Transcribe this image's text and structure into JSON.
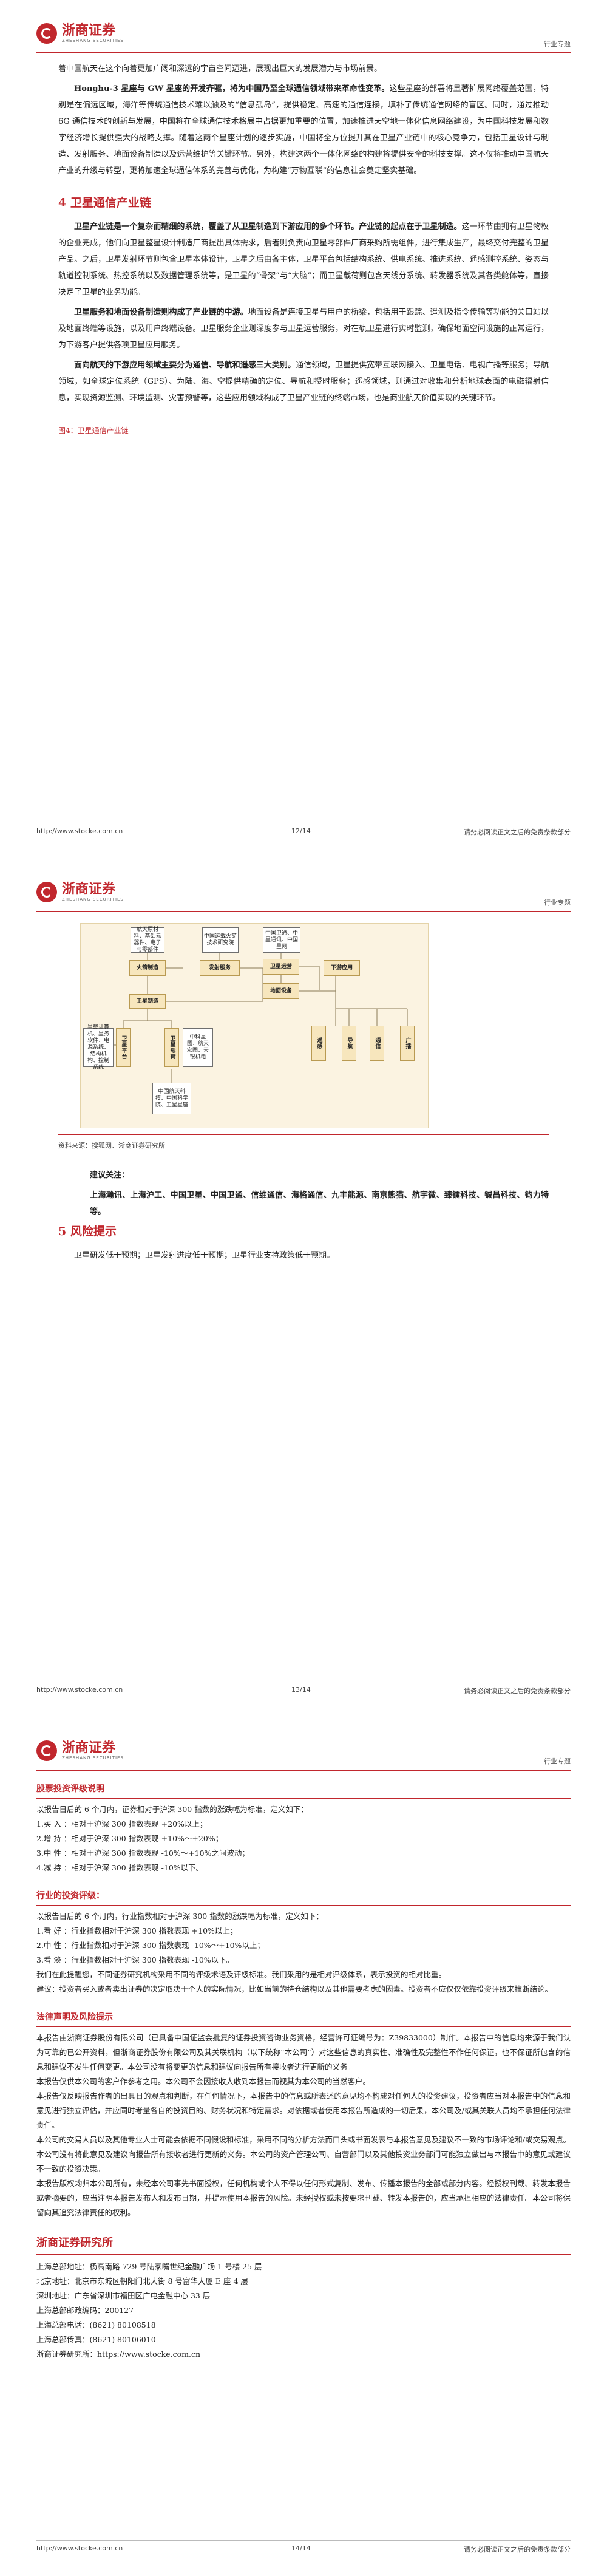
{
  "header": {
    "logo_cn": "浙商证券",
    "logo_en": "ZHESHANG SECURITIES",
    "report_type": "行业专题"
  },
  "footer": {
    "url": "http://www.stocke.com.cn",
    "page1": "12/14",
    "page2": "13/14",
    "page3": "14/14",
    "disclaimer": "请务必阅读正文之后的免责条款部分"
  },
  "page1": {
    "intro": "着中国航天在这个向着更加广阔和深远的宇宙空间迈进，展现出巨大的发展潜力与市场前景。",
    "hongbu_bold": "Honghu-3 星座与 GW 星座的开发齐驱，将为中国乃至全球通信领域带来革命性变革。",
    "hongbu_text": "这些星座的部署将显著扩展网络覆盖范围，特别是在偏远区域，海洋等传统通信技术难以触及的“信息孤岛”，提供稳定、高速的通信连接，填补了传统通信网络的盲区。同时，通过推动 6G 通信技术的创新与发展，中国将在全球通信技术格局中占据更加重要的位置，加速推进天空地一体化信息网络建设，为中国科技发展和数字经济增长提供强大的战略支撑。随着这两个星座计划的逐步实施，中国将全方位提升其在卫星产业链中的核心竞争力，包括卫星设计与制造、发射服务、地面设备制造以及运营维护等关键环节。另外，构建这两个一体化网络的构建将提供安全的科技支撑。这不仅将推动中国航天产业的升级与转型，更将加速全球通信体系的完善与优化，为构建“万物互联”的信息社会奠定坚实基础。",
    "section_title": "4 卫星通信产业链",
    "p1_bold": "卫星产业链是一个复杂而精细的系统，覆盖了从卫星制造到下游应用的多个环节。产业链的起点在于卫星制造。",
    "p1_text": "这一环节由拥有卫星物权的企业完成，他们向卫星整星设计制造厂商提出具体需求，后者则负责向卫星零部件厂商采购所需组件，进行集成生产，最终交付完整的卫星产品。之后，卫星发射环节则包含卫星本体设计，卫星之后由各主体，卫星平台包括结构系统、供电系统、推进系统、遥感测控系统、姿态与轨道控制系统、热控系统以及数据管理系统等，是卫星的“骨架”与“大脑”；而卫星载荷则包含天线分系统、转发器系统及其各类舱体等，直接决定了卫星的业务功能。",
    "p2_bold": "卫星服务和地面设备制造则构成了产业链的中游。",
    "p2_text": "地面设备是连接卫星与用户的桥梁，包括用于跟踪、遥测及指令传输等功能的关口站以及地面终端等设施，以及用户终端设备。卫星服务企业则深度参与卫星运营服务，对在轨卫星进行实时监测，确保地面空间设施的正常运行，为下游客户提供各项卫星应用服务。",
    "p3_bold": "面向航天的下游应用领域主要分为通信、导航和遥感三大类别。",
    "p3_text": "通信领域，卫星提供宽带互联网接入、卫星电话、电视广播等服务；导航领域，如全球定位系统（GPS）、为陆、海、空提供精确的定位、导航和授时服务；遥感领域，则通过对收集和分析地球表面的电磁辐射信息，实现资源监测、环境监测、灾害预警等，这些应用领域构成了卫星产业链的终端市场，也是商业航天价值实现的关键环节。",
    "figure_title": "图4：卫星通信产业链"
  },
  "page2": {
    "diagram": {
      "b_materials": "航天原材料、基础元器件、电子与零部件",
      "b_rocket": "火箭制造",
      "b_launch_center": "中国运载火箭技术研究院",
      "b_launch": "发射服务",
      "b_satellite": "卫星制造",
      "b_ground_top": "中国卫通、中星通讯、中国星网",
      "b_ops": "卫星运营",
      "b_ground": "地面设备",
      "b_downstream": "下游应用",
      "b_platform": "卫星平台",
      "b_payload": "卫星载荷",
      "b_platform_sub": "星载计算机、星务软件、电源系统、结构机构、控制系统",
      "b_payload_sub": "中科星图、航天宏图、天银机电",
      "b_maker": "中国航天科技、中国科学院、卫星星座",
      "d_nav": "导航",
      "d_comm": "通信",
      "d_broadcast": "广播",
      "d_remote": "遥感"
    },
    "source": "资料来源：搜狐网、浙商证券研究所",
    "picks_label": "建议关注：",
    "companies": "上海瀚讯、上海沪工、中国卫星、中国卫通、信维通信、海格通信、九丰能源、南京熊猫、航宇微、臻镭科技、铖昌科技、钧力特等。",
    "risk_title": "5 风险提示",
    "risk_text": "卫星研发低于预期；卫星发射进度低于预期；卫星行业支持政策低于预期。"
  },
  "page3": {
    "stock_rating_title": "股票投资评级说明",
    "stock_rating_intro": "以报告日后的 6 个月内，证券相对于沪深 300 指数的涨跌幅为标准，定义如下：",
    "stock_ratings": [
      "1.买 入 ：相对于沪深 300 指数表现 +20%以上；",
      "2.增 持 ：相对于沪深 300 指数表现 +10%～+20%；",
      "3.中 性 ：相对于沪深 300 指数表现 -10%～+10%之间波动；",
      "4.减 持 ：相对于沪深 300 指数表现 -10%以下。"
    ],
    "industry_rating_title": "行业的投资评级：",
    "industry_rating_intro": "以报告日后的 6 个月内，行业指数相对于沪深 300 指数的涨跌幅为标准，定义如下：",
    "industry_ratings": [
      "1.看 好 ：行业指数相对于沪深 300 指数表现 +10%以上；",
      "2.中 性 ：行业指数相对于沪深 300 指数表现 -10%～+10%以上；",
      "3.看 淡 ：行业指数相对于沪深 300 指数表现 -10%以下。"
    ],
    "rating_note1": "我们在此提醒您，不同证券研究机构采用不同的评级术语及评级标准。我们采用的是相对评级体系，表示投资的相对比重。",
    "rating_note2": "建议：投资者买入或者卖出证券的决定取决于个人的实际情况，比如当前的持仓结构以及其他需要考虑的因素。投资者不应仅仅依靠投资评级来推断结论。",
    "legal_title": "法律声明及风险提示",
    "legal_text": [
      "本报告由浙商证券股份有限公司（已具备中国证监会批复的证券投资咨询业务资格，经营许可证编号为：Z39833000）制作。本报告中的信息均来源于我们认为可靠的已公开资料，但浙商证券股份有限公司及其关联机构（以下统称“本公司”）对这些信息的真实性、准确性及完整性不作任何保证，也不保证所包含的信息和建议不发生任何变更。本公司没有将变更的信息和建议向报告所有接收者进行更新的义务。",
      "本报告仅供本公司的客户作参考之用。本公司不会因接收人收到本报告而视其为本公司的当然客户。",
      "本报告仅反映报告作者的出具日的观点和判断，在任何情况下，本报告中的信息或所表述的意见均不构成对任何人的投资建议，投资者应当对本报告中的信息和意见进行独立评估，并应同时考量各自的投资目的、财务状况和特定需求。对依据或者使用本报告所造成的一切后果，本公司及/或其关联人员均不承担任何法律责任。",
      "本公司的交易人员以及其他专业人士可能会依据不同假设和标准，采用不同的分析方法而口头或书面发表与本报告意见及建议不一致的市场评论和/或交易观点。本公司没有将此意见及建议向报告所有接收者进行更新的义务。本公司的资产管理公司、自营部门以及其他投资业务部门可能独立做出与本报告中的意见或建议不一致的投资决策。",
      "本报告版权均归本公司所有，未经本公司事先书面授权，任何机构或个人不得以任何形式复制、发布、传播本报告的全部或部分内容。经授权刊载、转发本报告或者摘要的，应当注明本报告发布人和发布日期，并提示使用本报告的风险。未经授权或未按要求刊载、转发本报告的，应当承担相应的法律责任。本公司将保留向其追究法律责任的权利。"
    ],
    "institute_title": "浙商证券研究所",
    "addresses": [
      "上海总部地址：杨高南路 729 号陆家嘴世纪金融广场 1 号楼 25 层",
      "北京地址：北京市东城区朝阳门北大街 8 号富华大厦 E 座 4 层",
      "深圳地址：广东省深圳市福田区广电金融中心 33 层",
      "上海总部邮政编码：200127",
      "上海总部电话：(8621) 80108518",
      "上海总部传真：(8621) 80106010",
      "浙商证券研究所：https://www.stocke.com.cn"
    ]
  }
}
